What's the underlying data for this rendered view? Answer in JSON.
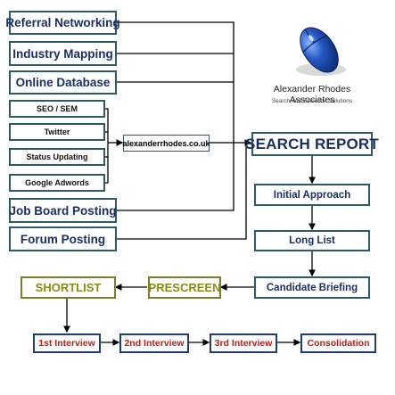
{
  "sources_top": [
    "Referral Networking",
    "Industry Mapping",
    "Online Database"
  ],
  "sources_mid": [
    "SEO / SEM",
    "Twitter",
    "Status Updating",
    "Google Adwords"
  ],
  "sources_bottom": [
    "Job Board Posting",
    "Forum Posting"
  ],
  "hub": "alexanderrhodes.co.uk",
  "logo": {
    "title": "Alexander Rhodes Associates",
    "subtitle": "Search and Selection Solutions"
  },
  "process": {
    "search_report": "SEARCH REPORT",
    "initial_approach": "Initial Approach",
    "long_list": "Long List",
    "candidate_briefing": "Candidate Briefing",
    "prescreen": "PRESCREEN",
    "shortlist": "SHORTLIST"
  },
  "interviews": [
    "1st Interview",
    "2nd Interview",
    "3rd Interview",
    "Consolidation"
  ],
  "colors": {
    "box_border": "#2f5a64",
    "text_navy": "#1a2f63",
    "olive": "#8b8a15",
    "red": "#c21a1a",
    "logo_blue": "#1f4fa8"
  }
}
